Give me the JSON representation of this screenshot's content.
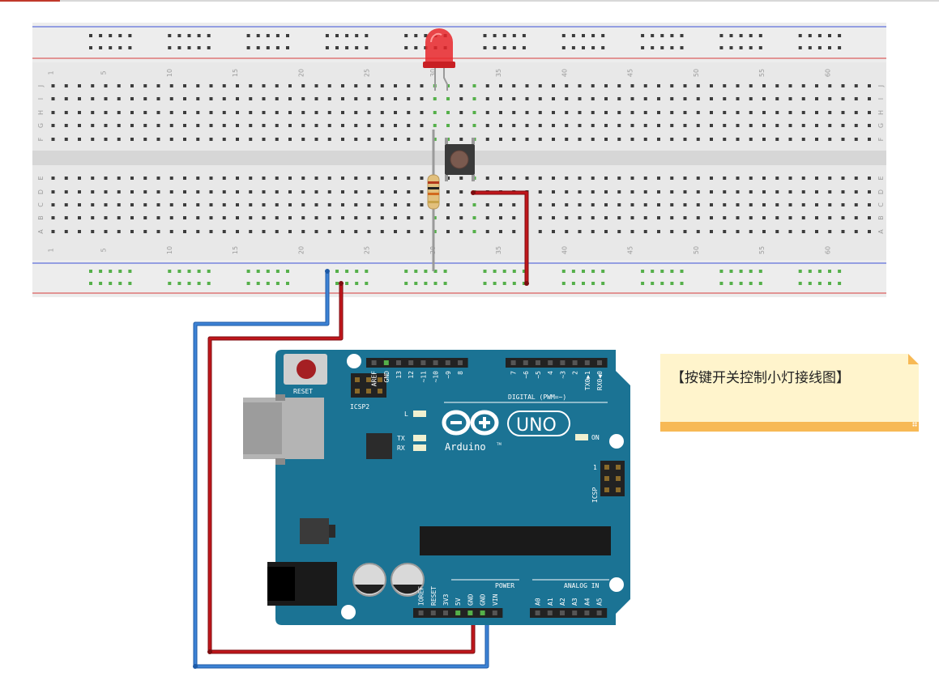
{
  "note": {
    "title": "【按键开关控制小灯接线图】"
  },
  "breadboard": {
    "column_numbers": [
      "1",
      "5",
      "10",
      "15",
      "20",
      "25",
      "30",
      "35",
      "40",
      "45",
      "50",
      "55",
      "60"
    ],
    "row_letters_top": [
      "J",
      "I",
      "H",
      "G",
      "F"
    ],
    "row_letters_bottom": [
      "E",
      "D",
      "C",
      "B",
      "A"
    ]
  },
  "arduino": {
    "reset_label": "RESET",
    "icsp2_label": "ICSP2",
    "icsp_label": "ICSP",
    "led_l_label": "L",
    "tx_label": "TX",
    "rx_label": "RX",
    "on_label": "ON",
    "brand": "Arduino",
    "trademark": "TM",
    "model": "UNO",
    "digital_header_label": "DIGITAL (PWM=~)",
    "digital_pins_left": [
      "AREF",
      "GND",
      "13",
      "12",
      "~11",
      "~10",
      "~9",
      "8"
    ],
    "digital_pins_right": [
      "7",
      "~6",
      "~5",
      "4",
      "~3",
      "2",
      "TX0▶1",
      "RX0◀0"
    ],
    "power_header_label": "POWER",
    "power_pins": [
      "IOREF",
      "RESET",
      "3V3",
      "5V",
      "GND",
      "GND",
      "VIN"
    ],
    "analog_header_label": "ANALOG IN",
    "analog_pins": [
      "A0",
      "A1",
      "A2",
      "A3",
      "A4",
      "A5"
    ],
    "icsp_pin1": "1"
  },
  "colors": {
    "board": "#1b7394",
    "wire_red": "#c0161b",
    "wire_blue": "#3d82d4",
    "led": "#e8262a",
    "highlight": "#55b04a",
    "note_bg": "#fff4cc",
    "note_border": "#f7b955"
  }
}
